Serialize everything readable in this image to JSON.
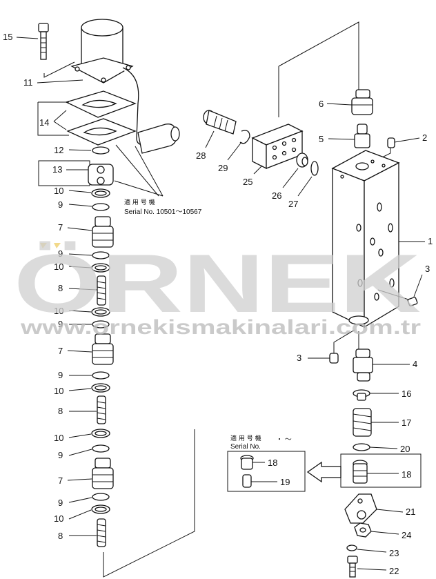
{
  "watermark": {
    "brand": "ÖRNEK",
    "url": "www.ornekismakinalari.com.tr",
    "accent": "#f2d98a"
  },
  "serial_notes": {
    "upper": {
      "jp": "適 用 号 機",
      "text": "Serial No. 10501～10567"
    },
    "inset": {
      "jp": "適 用 号 機",
      "label": "Serial No.",
      "range": "・ ～"
    }
  },
  "callouts": {
    "c15": "15",
    "c11": "11",
    "c14": "14",
    "c12": "12",
    "c13": "13",
    "c10a": "10",
    "c9a": "9",
    "c7a": "7",
    "c9b": "9",
    "c10b": "10",
    "c8a": "8",
    "c10c": "10",
    "c9c": "9",
    "c7b": "7",
    "c9d": "9",
    "c10d": "10",
    "c8b": "8",
    "c10e": "10",
    "c9e": "9",
    "c7c": "7",
    "c9f": "9",
    "c10f": "10",
    "c8c": "8",
    "c28": "28",
    "c29": "29",
    "c25": "25",
    "c26": "26",
    "c27": "27",
    "c6": "6",
    "c5": "5",
    "c2": "2",
    "c1": "1",
    "c3a": "3",
    "c3b": "3",
    "c4": "4",
    "c16": "16",
    "c17": "17",
    "c20": "20",
    "c18a": "18",
    "c18b": "18",
    "c19": "19",
    "c21": "21",
    "c24": "24",
    "c23": "23",
    "c22": "22"
  }
}
